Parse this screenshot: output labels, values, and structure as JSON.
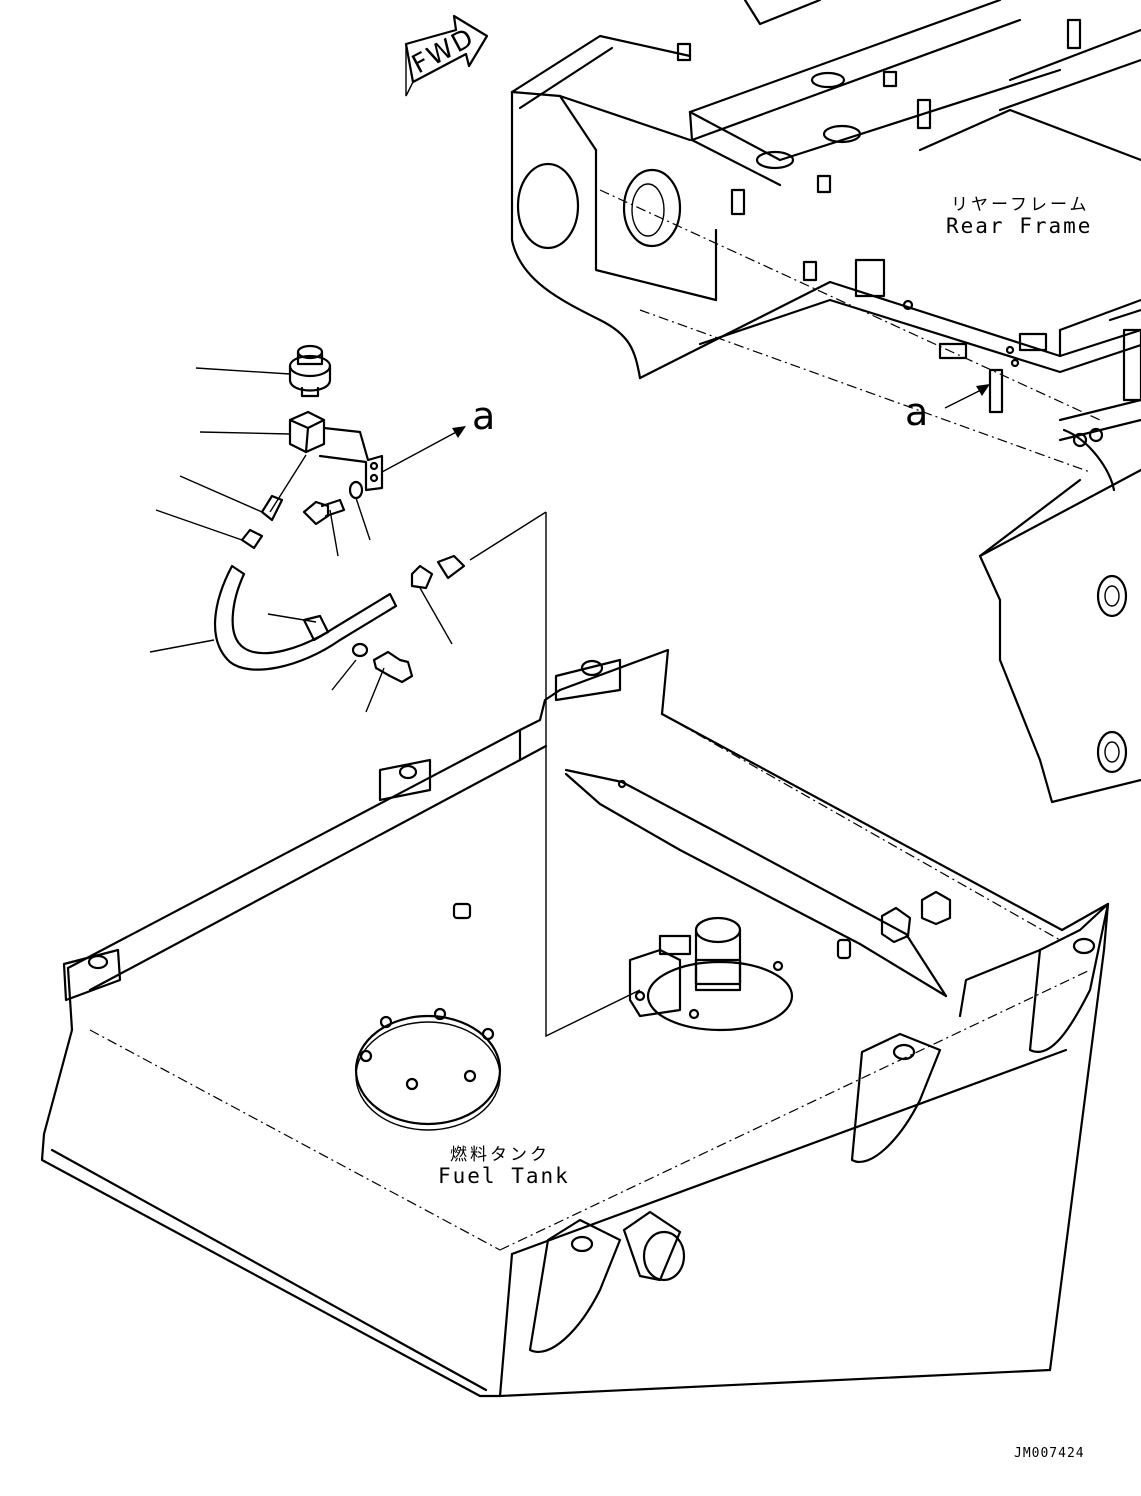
{
  "labels": {
    "fwd": "FWD",
    "rear_frame_jp": "リヤーフレーム",
    "rear_frame_en": "Rear Frame",
    "fuel_tank_jp": "燃料タンク",
    "fuel_tank_en": "Fuel Tank",
    "ref_a_left": "a",
    "ref_a_right": "a",
    "drawing_code": "JM007424"
  }
}
